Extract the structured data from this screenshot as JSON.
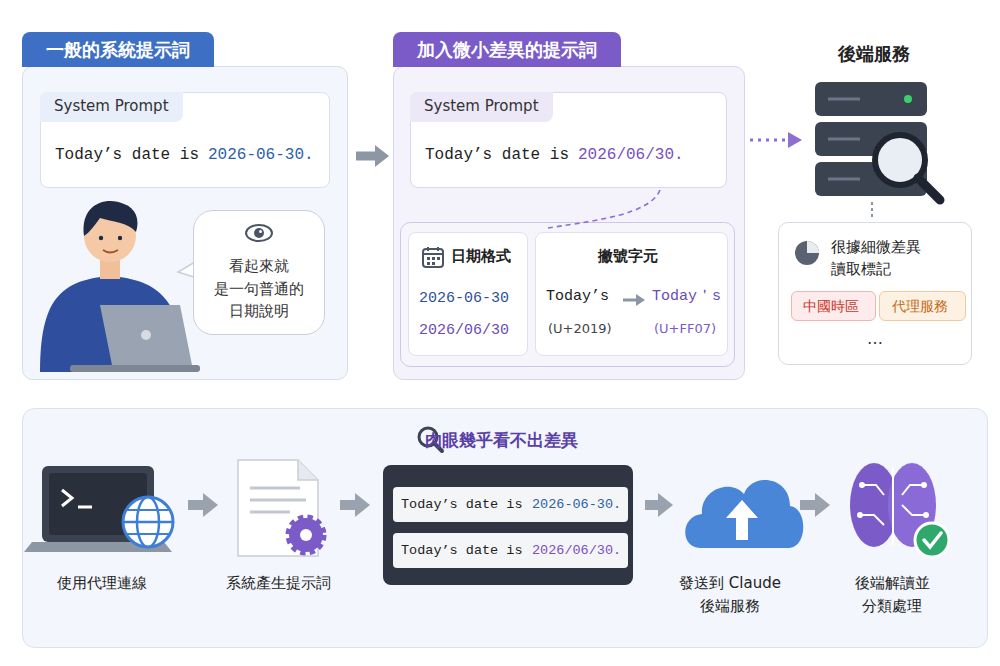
{
  "diagram": {
    "nodes": [
      {
        "text": [
          "一般的系統提示詞"
        ]
      },
      {
        "text": [
          "System Prompt",
          "Today’s date is",
          "2026-06-30."
        ],
        "in": 0
      },
      {
        "text": [
          "看起來就 是一句普通的 日期說明"
        ],
        "in": 0
      },
      {
        "text": [
          "加入微小差異的提示詞"
        ]
      },
      {
        "text": [
          "System Prompt",
          "Today’s date is",
          "2026/06/30."
        ],
        "in": 3
      },
      {
        "text": [
          "日期格式",
          "2026-06-30",
          "2026/06/30"
        ],
        "in": 3
      },
      {
        "text": [
          "撇號字元",
          "Today’s",
          "(U+2019)",
          "Today＇s",
          "(U+FF07)"
        ],
        "in": 3
      },
      {
        "text": [
          "很據細微差異 讀取標記",
          "…"
        ]
      },
      {
        "text": [
          "中國時區"
        ],
        "in": 7
      },
      {
        "text": [
          "代理服務"
        ],
        "in": 7
      },
      {
        "text": [
          "肉眼幾乎看不出差異"
        ]
      },
      {
        "text": [
          "Today’s date is",
          "2026-06-30."
        ],
        "in": 10
      },
      {
        "text": [
          "Today’s date is",
          "2026/06/30."
        ],
        "in": 10
      }
    ],
    "edges": [
      {
        "from": 0,
        "to": 3,
        "arrow": "to"
      }
    ],
    "labels": [
      "後端服務",
      "使用代理連線",
      "系統產生提示詞",
      "發送到 Claude 後端服務",
      "後端解讀並 分類處理"
    ]
  }
}
